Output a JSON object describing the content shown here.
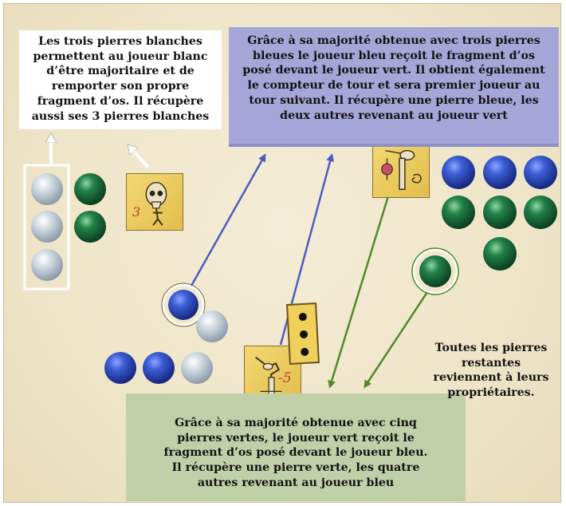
{
  "captions": {
    "white_player": "Les trois pierres blanches\npermettent au joueur blanc\nd’être majoritaire et de\nremporter son propre\nfragment d’os. Il récupère\naussi ses 3 pierres blanches",
    "blue_player": "Grâce à sa majorité obtenue avec trois pierres\nbleues le joueur bleu reçoit le fragment d’os\nposé devant le joueur vert. Il obtient également\nle compteur de tour et sera premier joueur au\ntour suivant. Il récupère une pierre bleue, les\ndeux autres revenant au joueur vert",
    "green_player": "Grâce à sa majorité obtenue avec cinq\npierres vertes,  le joueur vert reçoit le\nfragment d’os posé devant le joueur bleu.\nIl récupère une pierre verte, les quatre\nautres revenant au joueur bleu",
    "remaining_stones": "Toutes les pierres\nrestantes\nreviennent à leurs\npropriétaires."
  },
  "tiles": {
    "white_fragment_value": "3",
    "green_fragment_value": "-5"
  },
  "turn_counter": {
    "pips": 3
  },
  "colors": {
    "blue_caption_bg": "#a3a6d6",
    "green_caption_bg": "#bfd0a9",
    "arrow_blue": "#4a5ec0",
    "arrow_green": "#4f8a2a",
    "arrow_white": "#ffffff",
    "stone_blue": "#2f4fc0",
    "stone_green": "#1f7a3a",
    "stone_white": "#c9d4dc"
  }
}
